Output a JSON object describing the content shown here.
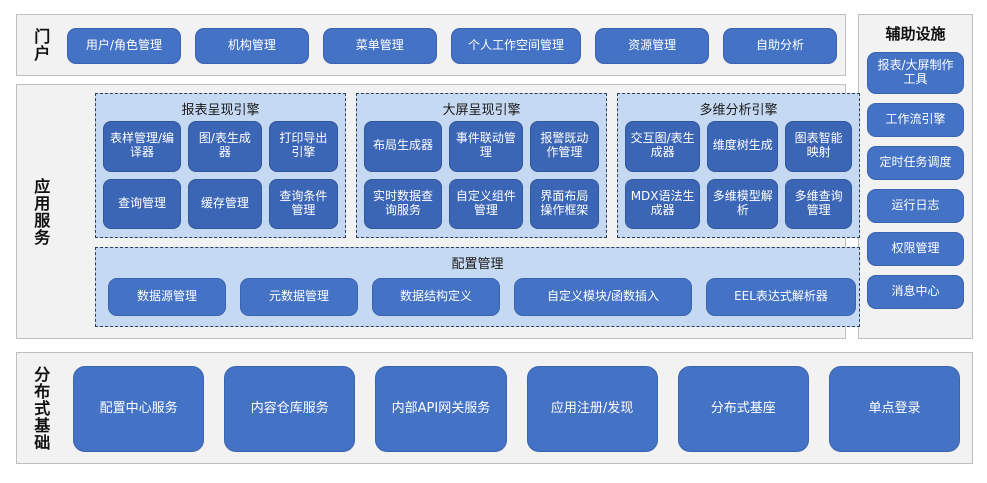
{
  "portal": {
    "label": "门户",
    "items": [
      {
        "name": "user-role-management",
        "label": "用户/角色管理",
        "width": 116
      },
      {
        "name": "organization-management",
        "label": "机构管理",
        "width": 116
      },
      {
        "name": "menu-management",
        "label": "菜单管理",
        "width": 116
      },
      {
        "name": "personal-workspace-management",
        "label": "个人工作空间管理",
        "width": 133
      },
      {
        "name": "resource-management",
        "label": "资源管理",
        "width": 116
      },
      {
        "name": "self-service-analysis",
        "label": "自助分析",
        "width": 116
      }
    ]
  },
  "aux": {
    "title": "辅助设施",
    "items": [
      {
        "name": "report-screen-design-tool",
        "label": "报表/大屏制作工具",
        "tall": true
      },
      {
        "name": "workflow-engine",
        "label": "工作流引擎",
        "tall": false
      },
      {
        "name": "scheduled-task-scheduler",
        "label": "定时任务调度",
        "tall": false
      },
      {
        "name": "runtime-log",
        "label": "运行日志",
        "tall": false
      },
      {
        "name": "permission-management",
        "label": "权限管理",
        "tall": false
      },
      {
        "name": "message-center",
        "label": "消息中心",
        "tall": false
      }
    ]
  },
  "app_services": {
    "label": "应用服务",
    "engines": [
      {
        "name": "report-rendering-engine",
        "title": "报表呈现引擎",
        "items": [
          {
            "name": "template-management-compiler",
            "label": "表样管理/编译器"
          },
          {
            "name": "chart-table-generator",
            "label": "图/表生成器"
          },
          {
            "name": "print-export-engine",
            "label": "打印导出引擎"
          },
          {
            "name": "query-management",
            "label": "查询管理"
          },
          {
            "name": "cache-management",
            "label": "缓存管理"
          },
          {
            "name": "query-condition-management",
            "label": "查询条件管理"
          }
        ]
      },
      {
        "name": "large-screen-rendering-engine",
        "title": "大屏呈现引擎",
        "items": [
          {
            "name": "layout-generator",
            "label": "布局生成器"
          },
          {
            "name": "event-linkage-management",
            "label": "事件联动管理"
          },
          {
            "name": "alarm-action-management",
            "label": "报警既动作管理"
          },
          {
            "name": "realtime-data-query-service",
            "label": "实时数据查询服务"
          },
          {
            "name": "custom-component-management",
            "label": "自定义组件管理"
          },
          {
            "name": "ui-layout-operation-framework",
            "label": "界面布局操作框架"
          }
        ]
      },
      {
        "name": "multidimensional-analysis-engine",
        "title": "多维分析引擎",
        "items": [
          {
            "name": "interactive-chart-table-generator",
            "label": "交互图/表生成器"
          },
          {
            "name": "dimension-tree-generation",
            "label": "维度树生成"
          },
          {
            "name": "chart-intelligent-mapping",
            "label": "图表智能映射"
          },
          {
            "name": "mdx-syntax-generator",
            "label": "MDX语法生成器"
          },
          {
            "name": "multidimensional-model-parsing",
            "label": "多维模型解析"
          },
          {
            "name": "multidimensional-query-management",
            "label": "多维查询管理"
          }
        ]
      }
    ],
    "config": {
      "name": "configuration-management",
      "title": "配置管理",
      "items": [
        {
          "name": "datasource-management",
          "label": "数据源管理",
          "width": 118
        },
        {
          "name": "metadata-management",
          "label": "元数据管理",
          "width": 118
        },
        {
          "name": "data-structure-definition",
          "label": "数据结构定义",
          "width": 128
        },
        {
          "name": "custom-module-function-insert",
          "label": "自定义模块/函数插入",
          "width": 178
        },
        {
          "name": "eel-expression-parser",
          "label": "EEL表达式解析器",
          "width": 150
        }
      ]
    }
  },
  "base": {
    "label": "分布式基础",
    "items": [
      {
        "name": "config-center-service",
        "label": "配置中心服务"
      },
      {
        "name": "content-repository-service",
        "label": "内容仓库服务"
      },
      {
        "name": "internal-api-gateway-service",
        "label": "内部API网关服务"
      },
      {
        "name": "app-registration-discovery",
        "label": "应用注册/发现"
      },
      {
        "name": "distributed-foundation",
        "label": "分布式基座"
      },
      {
        "name": "single-sign-on",
        "label": "单点登录"
      }
    ]
  },
  "colors": {
    "button_fill": "#4472C4",
    "inner_button_fill": "#3B65B5",
    "panel_fill": "#F2F2F2",
    "dashed_panel_fill": "#C6D9F2",
    "dashed_border": "#29415F",
    "panel_border": "#BFBFBF"
  }
}
